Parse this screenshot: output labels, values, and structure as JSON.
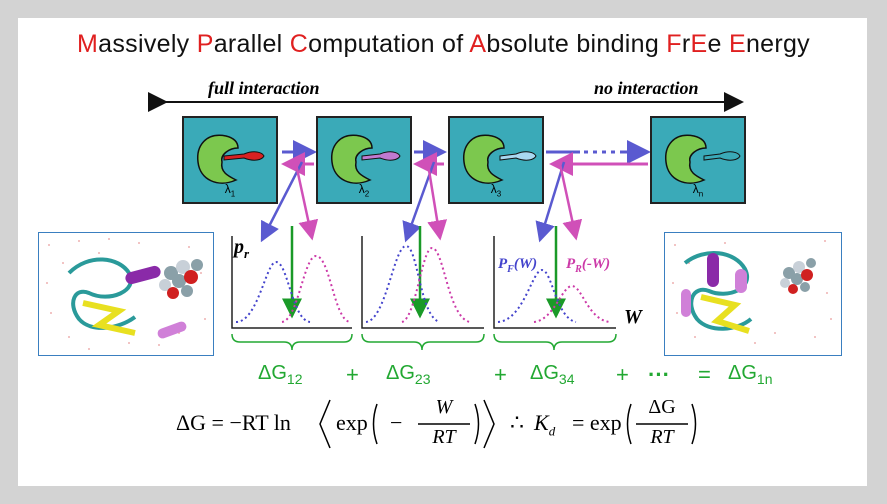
{
  "title": {
    "segments": [
      {
        "text": "M",
        "red": true
      },
      {
        "text": "assively ",
        "red": false
      },
      {
        "text": "P",
        "red": true
      },
      {
        "text": "arallel ",
        "red": false
      },
      {
        "text": "C",
        "red": true
      },
      {
        "text": "omputation of ",
        "red": false
      },
      {
        "text": "A",
        "red": true
      },
      {
        "text": "bsolute binding ",
        "red": false
      },
      {
        "text": "F",
        "red": true
      },
      {
        "text": "r",
        "red": false
      },
      {
        "text": "E",
        "red": true
      },
      {
        "text": "e ",
        "red": false
      },
      {
        "text": "E",
        "red": true
      },
      {
        "text": "nergy",
        "red": false
      }
    ]
  },
  "axis": {
    "left_label": "full interaction",
    "right_label": "no interaction"
  },
  "states": [
    {
      "main": "λ",
      "sub": "1",
      "ligand_color": "#d82222"
    },
    {
      "main": "λ",
      "sub": "2",
      "ligand_color": "#c07ad0"
    },
    {
      "main": "λ",
      "sub": "3",
      "ligand_color": "#a8d8f0"
    },
    {
      "main": "λ",
      "sub": "n",
      "ligand_color": "#3aaab8"
    }
  ],
  "plots": {
    "y_label_main": "p",
    "y_label_sub": "r",
    "x_label": "W",
    "pf_label_main": "P",
    "pf_label_sub": "F",
    "pf_label_rest": "(W)",
    "pr_label_main": "P",
    "pr_label_sub": "R",
    "pr_label_rest": "(-W)"
  },
  "sum": {
    "terms": [
      {
        "main": "ΔG",
        "sub": "12"
      },
      {
        "main": "ΔG",
        "sub": "23"
      },
      {
        "main": "ΔG",
        "sub": "34"
      },
      {
        "main": "ΔG",
        "sub": "1n"
      }
    ],
    "plus": "+",
    "dots": "···",
    "equals": "="
  },
  "formula": {
    "lhs": "ΔG = −RT ln",
    "exp1": "exp",
    "minus": "−",
    "num1": "W",
    "den1": "RT",
    "therefore": "∴",
    "kd": "K",
    "kd_sub": "d",
    "eq2": "= exp",
    "num2": "ΔG",
    "den2": "RT"
  },
  "colors": {
    "title_red": "#e02020",
    "forward_arrow": "#5a5ad0",
    "reverse_arrow": "#d050b8",
    "work_arrow": "#1a9a28",
    "sum_green": "#22a832",
    "box_fill": "#3aaab8",
    "protein_green": "#7cc84e"
  }
}
